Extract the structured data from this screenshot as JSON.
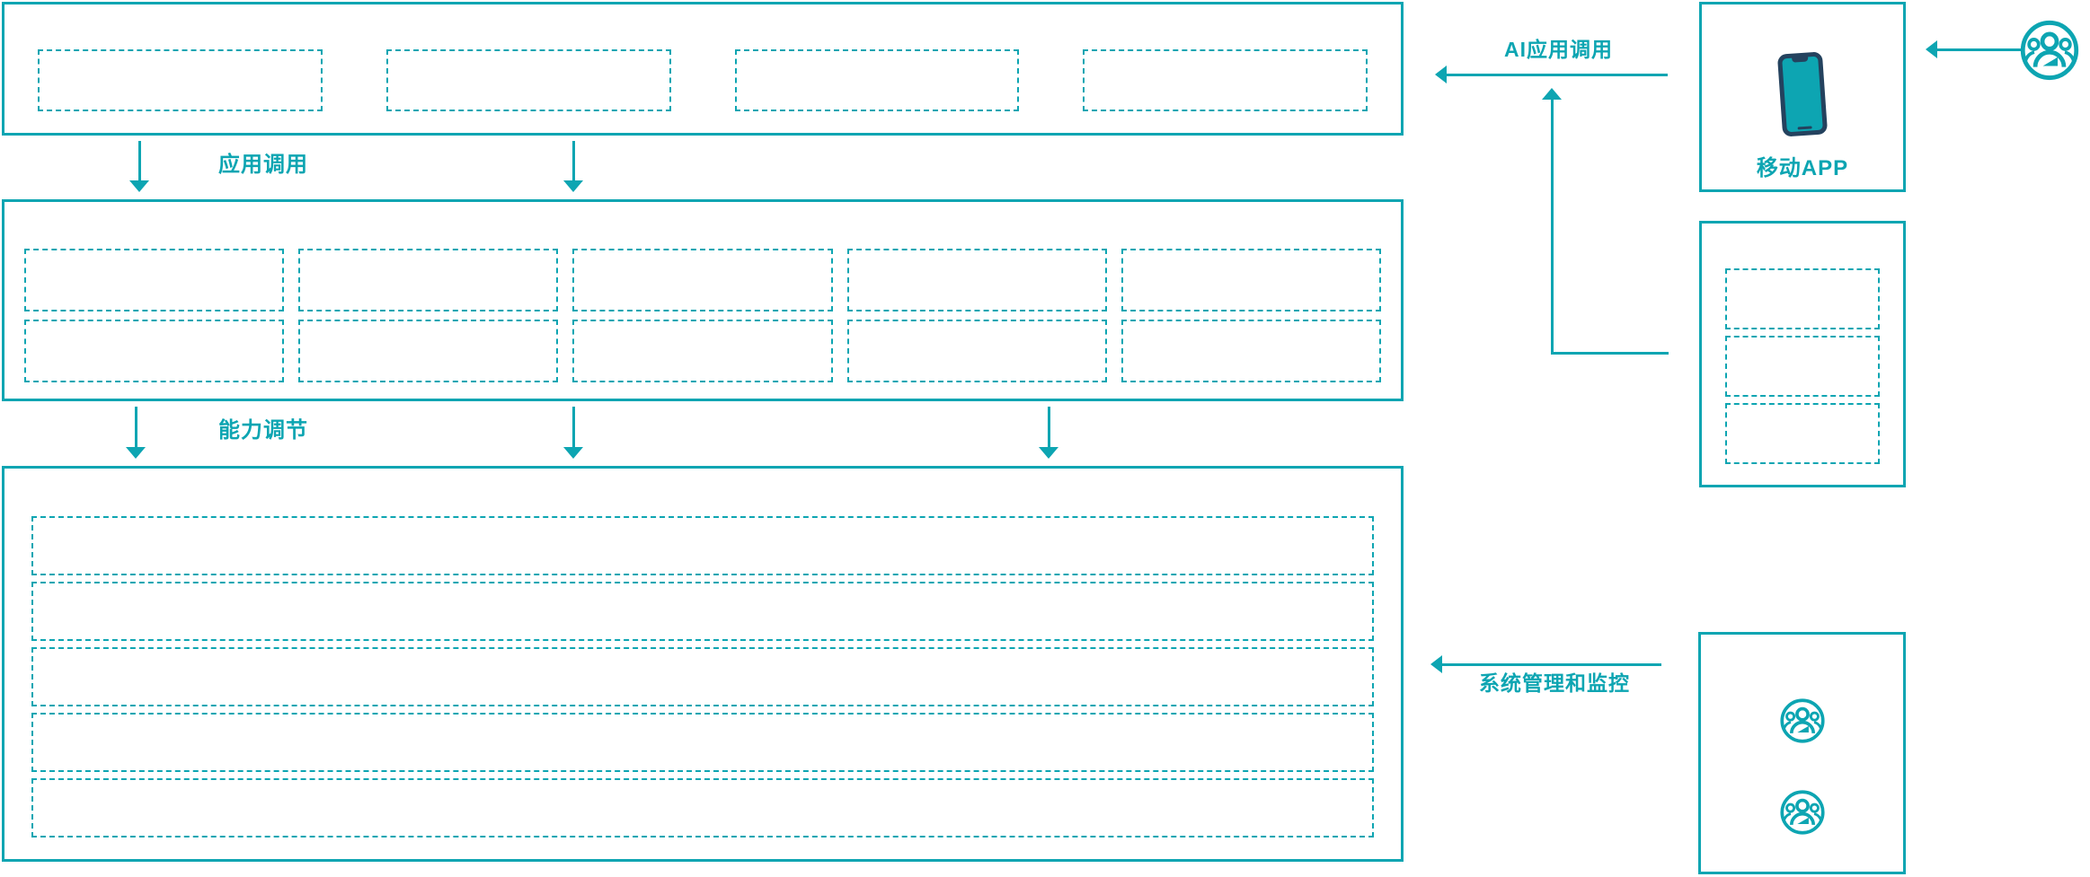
{
  "colors": {
    "accent_teal": "#0DA5B2",
    "phone_navy": "#24425E"
  },
  "flow_labels": {
    "app_call": "应用调用",
    "capability_adjust": "能力调节",
    "ai_app_call": "AI应用调用",
    "system_monitoring": "系统管理和监控"
  },
  "layers": {
    "top_layer": {
      "placeholder_count": 4
    },
    "middle_layer": {
      "row_count": 2,
      "col_count": 5
    },
    "bottom_layer": {
      "row_count": 5
    }
  },
  "right_panels": {
    "mobile_app": {
      "label": "移动APP",
      "icon": "smartphone-icon"
    },
    "device_panel": {
      "placeholder_count": 3
    },
    "admin_panel": {
      "icon_count": 2,
      "icon": "team-icon"
    }
  },
  "end_user": {
    "icon": "team-icon"
  }
}
